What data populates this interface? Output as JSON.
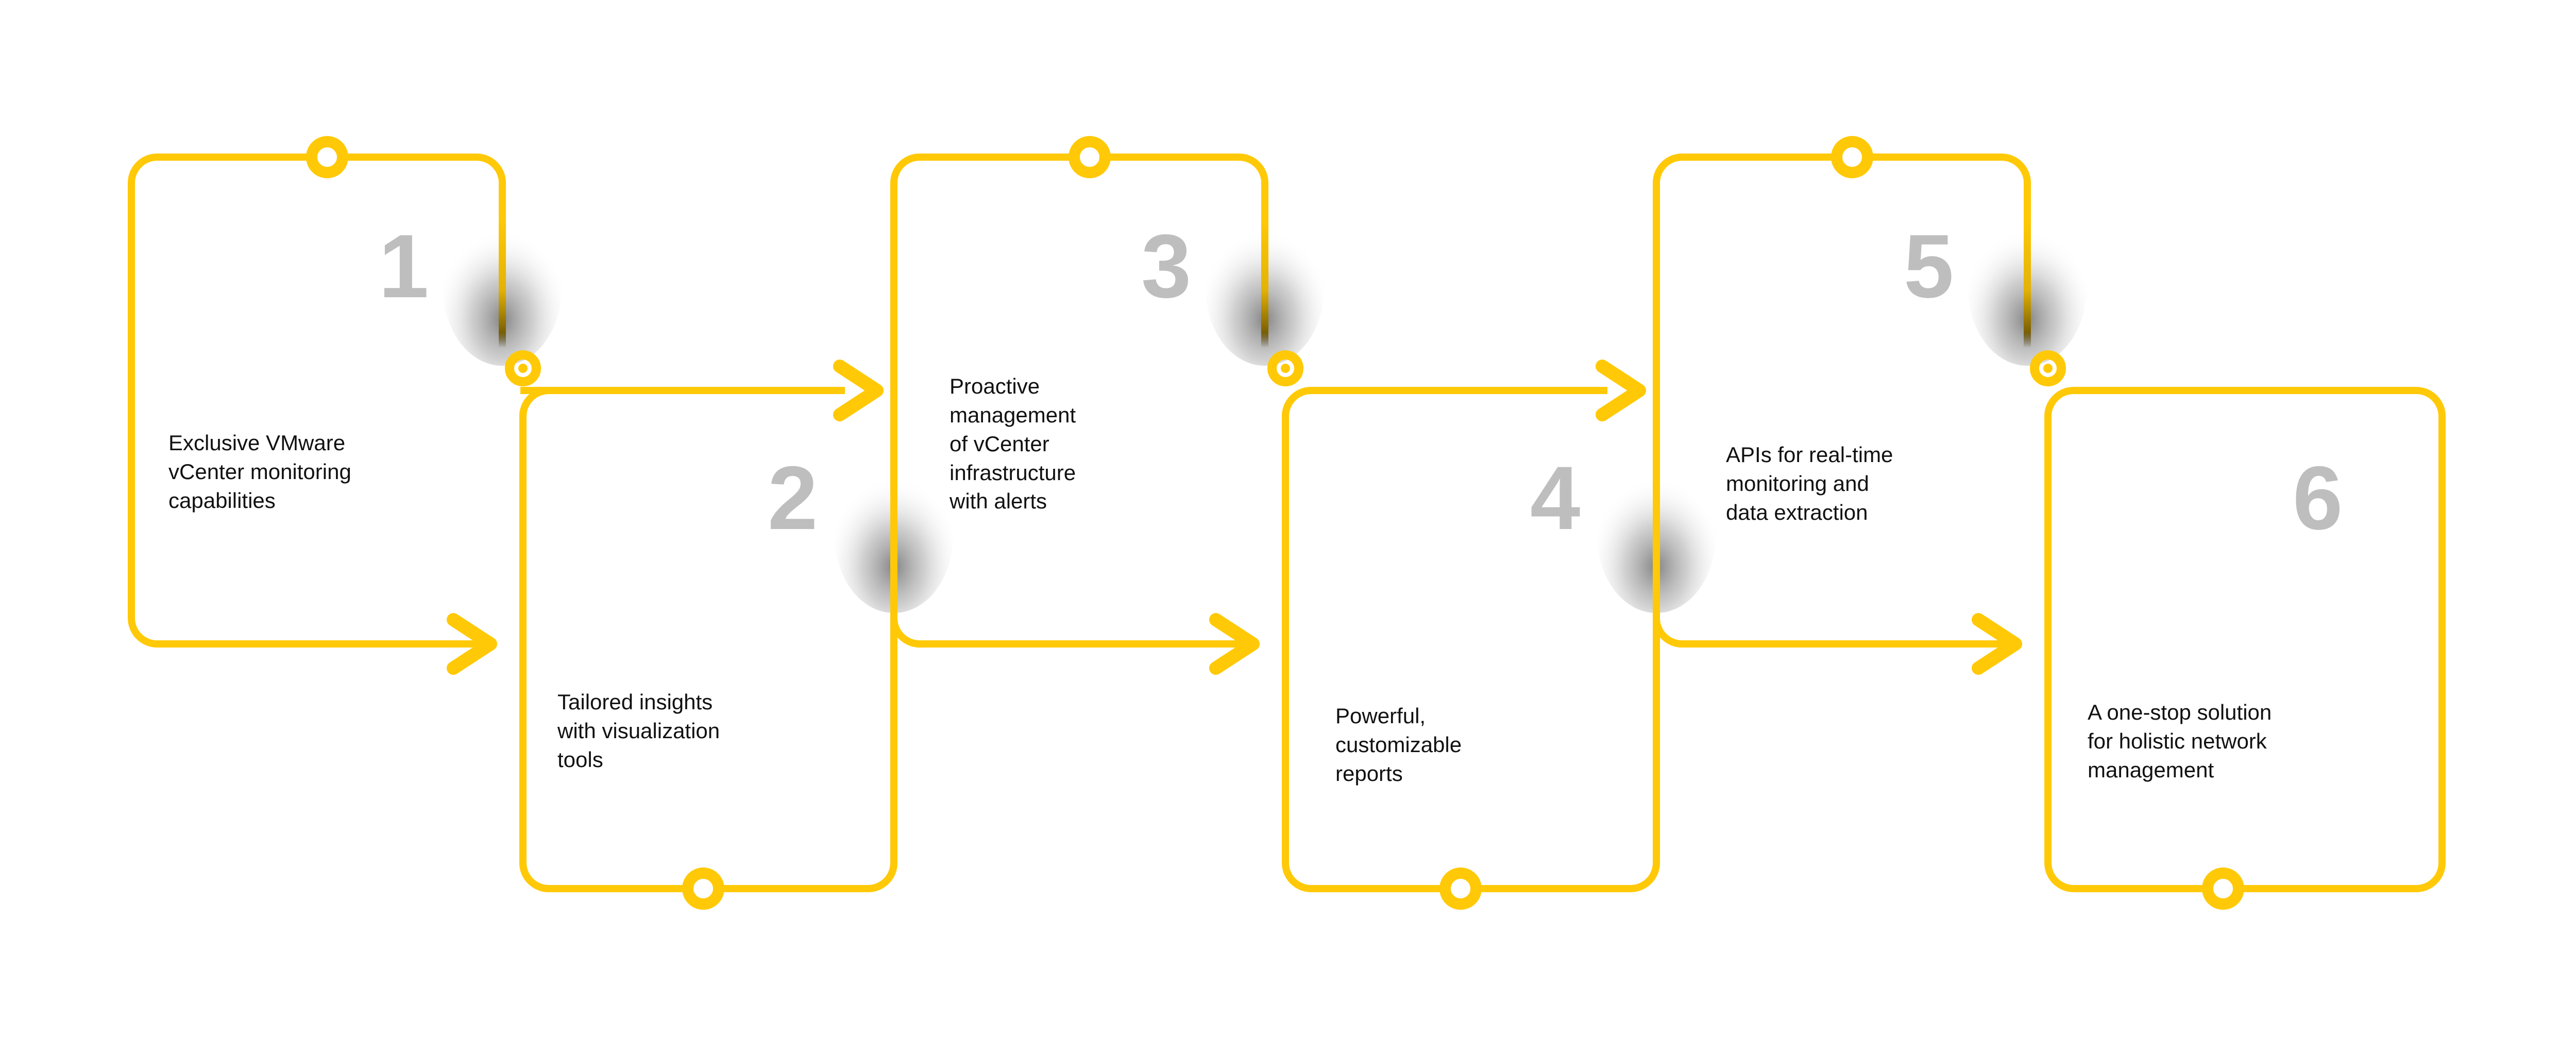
{
  "theme": {
    "accent": "#FFC907",
    "number_color": "#BEBEBE",
    "text_color": "#111111",
    "background": "#FFFFFF",
    "shadow_color": "#555555"
  },
  "diagram": {
    "type": "zigzag-process-flow",
    "step_count": 6,
    "orientation": "horizontal",
    "connector_style": "rounded-elbow-with-arrowheads",
    "node_marker": "ring"
  },
  "steps": [
    {
      "number": "1",
      "text": "Exclusive VMware\nvCenter monitoring\ncapabilities",
      "row": "top"
    },
    {
      "number": "2",
      "text": "Tailored insights\nwith visualization\ntools",
      "row": "bottom"
    },
    {
      "number": "3",
      "text": "Proactive\nmanagement\nof vCenter\ninfrastructure\nwith alerts",
      "row": "top"
    },
    {
      "number": "4",
      "text": "Powerful,\ncustomizable\nreports",
      "row": "bottom"
    },
    {
      "number": "5",
      "text": "APIs for real-time\nmonitoring and\ndata extraction",
      "row": "top"
    },
    {
      "number": "6",
      "text": "A one-stop solution\nfor holistic network\nmanagement",
      "row": "bottom"
    }
  ]
}
